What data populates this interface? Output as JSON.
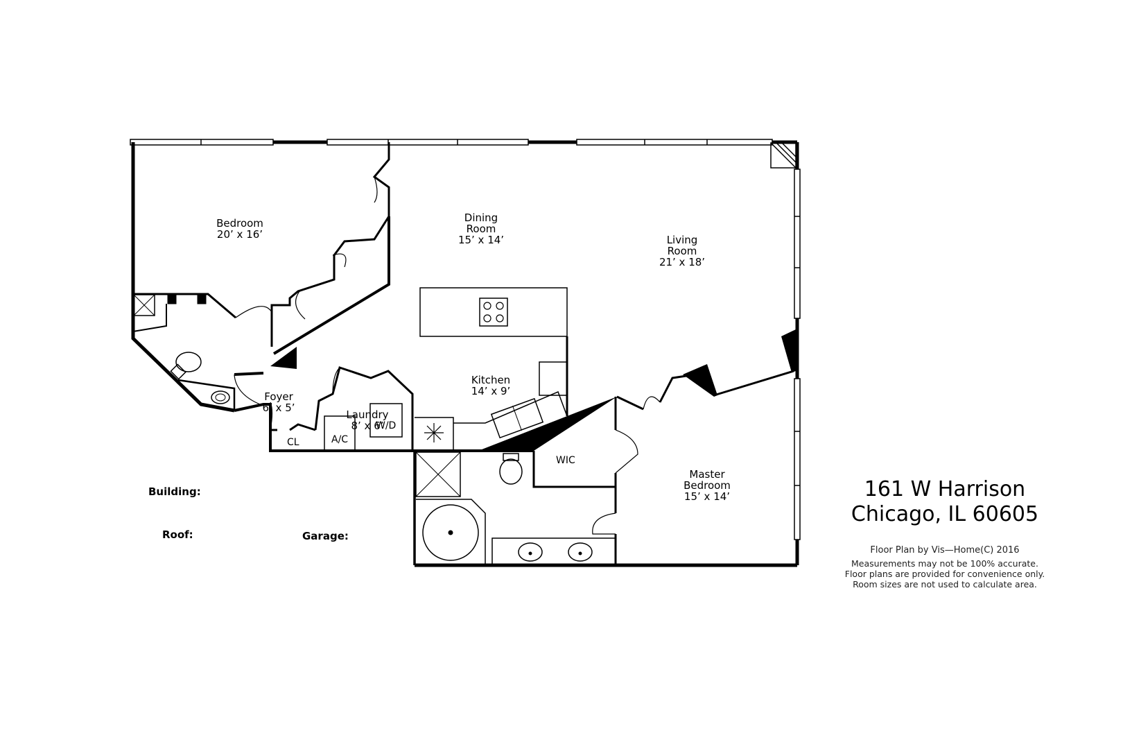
{
  "rooms": {
    "bedroom": {
      "name": "Bedroom",
      "size": "20’ x 16’"
    },
    "dining": {
      "name_line1": "Dining",
      "name_line2": "Room",
      "size": "15’ x 14’"
    },
    "living": {
      "name_line1": "Living",
      "name_line2": "Room",
      "size": "21’ x 18’"
    },
    "kitchen": {
      "name": "Kitchen",
      "size": "14’ x 9’"
    },
    "foyer": {
      "name": "Foyer",
      "size": "6’ x 5’"
    },
    "laundry": {
      "name": "Laundry",
      "size": "8’ x 6’"
    },
    "master": {
      "name_line1": "Master",
      "name_line2": "Bedroom",
      "size": "15’ x 14’"
    }
  },
  "fixtures": {
    "wd": "W/D",
    "ac": "A/C",
    "cl": "CL",
    "wic": "WIC"
  },
  "labels": {
    "building": "Building:",
    "roof": "Roof:",
    "garage": "Garage:"
  },
  "address": {
    "line1": "161 W Harrison",
    "line2": "Chicago, IL 60605"
  },
  "credits": {
    "byline": "Floor Plan by Vis—Home(C) 2016",
    "note1": "Measurements may not be 100% accurate.",
    "note2": "Floor plans are provided for convenience only.",
    "note3": "Room sizes are not used to calculate area."
  }
}
